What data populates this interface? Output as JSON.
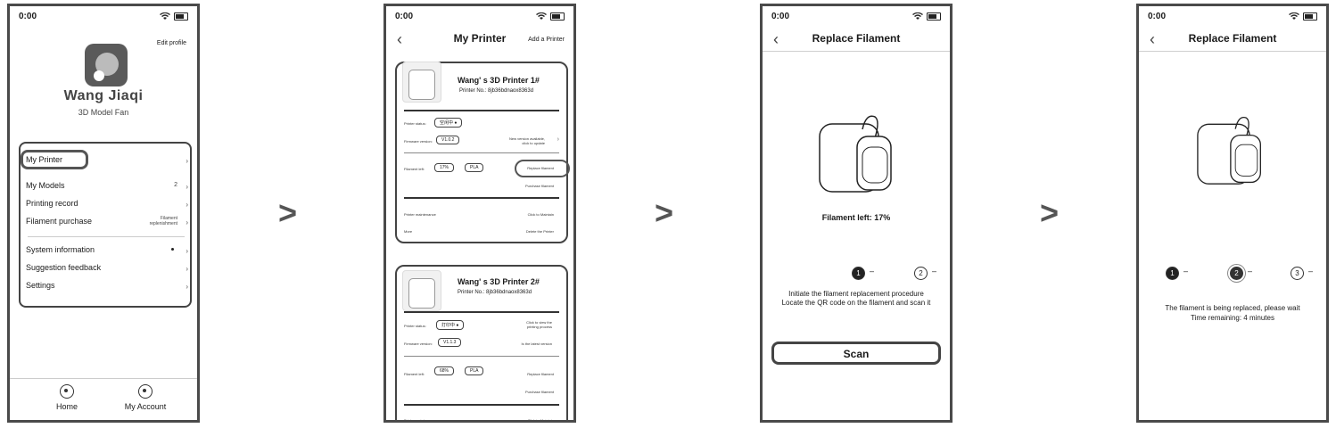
{
  "status": {
    "time": "0:00"
  },
  "flow_arrows": [
    ">",
    ">",
    ">"
  ],
  "profile": {
    "edit_profile": "Edit profile",
    "name": "Wang Jiaqi",
    "subtitle": "3D Model Fan",
    "menu": {
      "my_printer": "My Printer",
      "my_models": "My Models",
      "my_models_count": "2",
      "printing_record": "Printing record",
      "filament_purchase": "Filament purchase",
      "filament_purchase_meta_1": "Filament",
      "filament_purchase_meta_2": "replenishment",
      "system_information": "System information",
      "suggestion_feedback": "Suggestion feedback",
      "settings": "Settings",
      "chevron": "›"
    },
    "tabs": {
      "home": "Home",
      "my_account": "My Account"
    }
  },
  "my_printer": {
    "back": "‹",
    "title": "My Printer",
    "add": "Add a Printer",
    "printers": [
      {
        "name": "Wang' s 3D Printer 1#",
        "number": "Printer No.: 8jb36bdnaox8363d",
        "status_label": "Printer status:",
        "status_value": "空闲中 ●",
        "firmware_label": "Firmware version:",
        "firmware_value": "V1.0.2",
        "firmware_note_1": "New version available,",
        "firmware_note_2": "click to update",
        "filament_label": "Filament left:",
        "filament_pct": "17%",
        "filament_type": "PLA",
        "replace": "Replace filament",
        "purchase": "Purchase filament",
        "maintenance_label": "Printer maintenance",
        "maintenance_action": "Click to Maintain",
        "more_label": "More",
        "more_action": "Delete the Printer"
      },
      {
        "name": "Wang' s 3D Printer 2#",
        "number": "Printer No.: 8jb36bdnaox8363d",
        "status_label": "Printer status:",
        "status_value": "打印中 ●",
        "status_note_1": "Click to view the",
        "status_note_2": "printing process",
        "firmware_label": "Firmware version:",
        "firmware_value": "V1.1.3",
        "firmware_note": "Is the latest version",
        "filament_label": "Filament left:",
        "filament_pct": "68%",
        "filament_type": "PLA",
        "replace": "Replace filament",
        "purchase": "Purchase filament",
        "maintenance_label": "Printer maintenance",
        "maintenance_action": "Click to Maintain"
      }
    ]
  },
  "replace_1": {
    "back": "‹",
    "title": "Replace Filament",
    "filament_left": "Filament left: 17%",
    "step1": "1",
    "step2": "2",
    "instruction": "Initiate the filament replacement procedure Locate the QR code on the filament and scan it",
    "scan": "Scan"
  },
  "replace_2": {
    "back": "‹",
    "title": "Replace Filament",
    "step1": "1",
    "step2": "2",
    "step3": "3",
    "message": "The filament is being replaced, please wait",
    "time_remaining": "Time remaining: 4 minutes"
  },
  "icons": [
    "wifi-icon",
    "battery-icon",
    "back-chevron-icon",
    "home-icon",
    "account-icon",
    "printer-illustration",
    "edit-icon"
  ]
}
